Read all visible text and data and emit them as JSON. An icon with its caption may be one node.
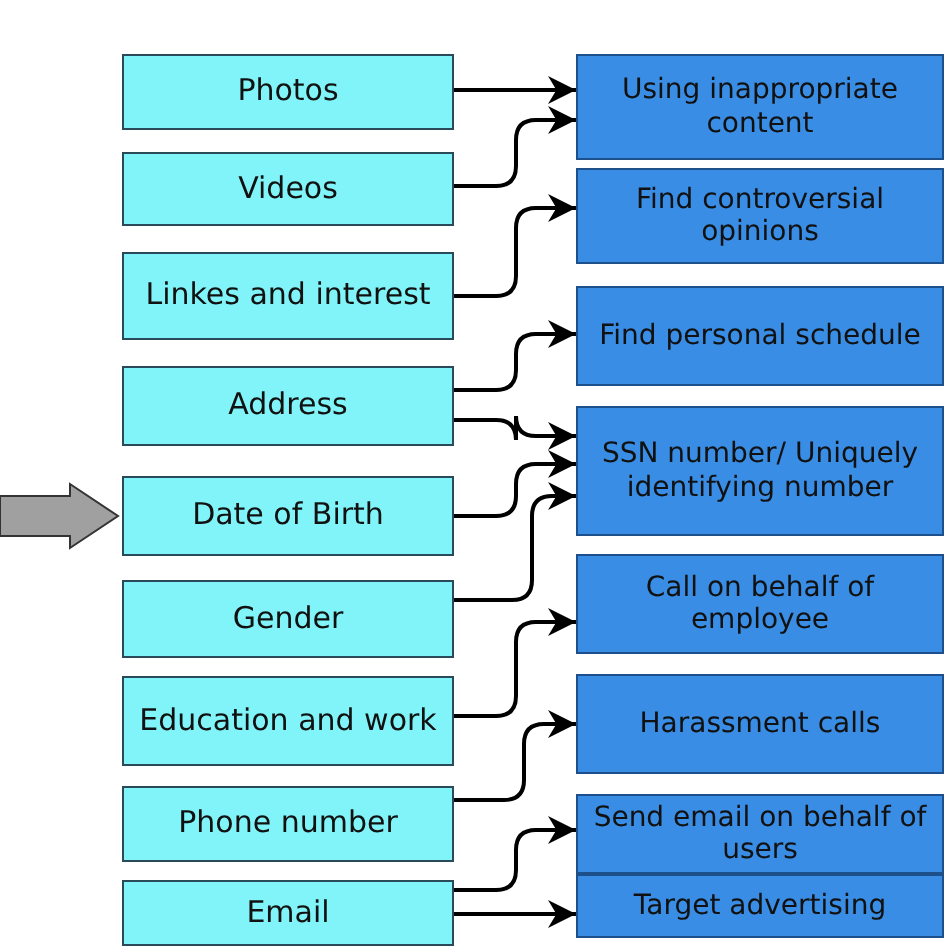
{
  "diagram": {
    "nodes": [
      {
        "text": [
          "Photos"
        ]
      },
      {
        "text": [
          "Videos"
        ]
      },
      {
        "text": [
          "Linkes and interest"
        ]
      },
      {
        "text": [
          "Address"
        ]
      },
      {
        "text": [
          "Date of Birth"
        ]
      },
      {
        "text": [
          "Gender"
        ]
      },
      {
        "text": [
          "Education and work"
        ]
      },
      {
        "text": [
          "Phone number"
        ]
      },
      {
        "text": [
          "Email"
        ]
      },
      {
        "text": [
          "Using inappropriate content"
        ]
      },
      {
        "text": [
          "Find controversial opinions"
        ]
      },
      {
        "text": [
          "Find personal schedule"
        ]
      },
      {
        "text": [
          "SSN number/ Uniquely identifying number"
        ]
      },
      {
        "text": [
          "Call on behalf of employee"
        ]
      },
      {
        "text": [
          "Harassment calls"
        ]
      },
      {
        "text": [
          "Send email on behalf of users"
        ]
      },
      {
        "text": [
          "Target advertising"
        ]
      }
    ],
    "edges": [
      {
        "from": 0,
        "to": 9,
        "arrow": "to"
      },
      {
        "from": 1,
        "to": 9,
        "arrow": "to"
      },
      {
        "from": 2,
        "to": 10,
        "arrow": "to"
      },
      {
        "from": 3,
        "to": 11,
        "arrow": "to"
      },
      {
        "from": 3,
        "to": 12,
        "arrow": "to"
      },
      {
        "from": 4,
        "to": 12,
        "arrow": "to"
      },
      {
        "from": 5,
        "to": 12,
        "arrow": "to"
      },
      {
        "from": 6,
        "to": 13,
        "arrow": "to"
      },
      {
        "from": 7,
        "to": 14,
        "arrow": "to"
      },
      {
        "from": 8,
        "to": 15,
        "arrow": "to"
      },
      {
        "from": 8,
        "to": 16,
        "arrow": "to"
      },
      {
        "from": null,
        "to": 4,
        "arrow": "to",
        "style": "thick",
        "color": "#a0a0a0"
      }
    ]
  }
}
